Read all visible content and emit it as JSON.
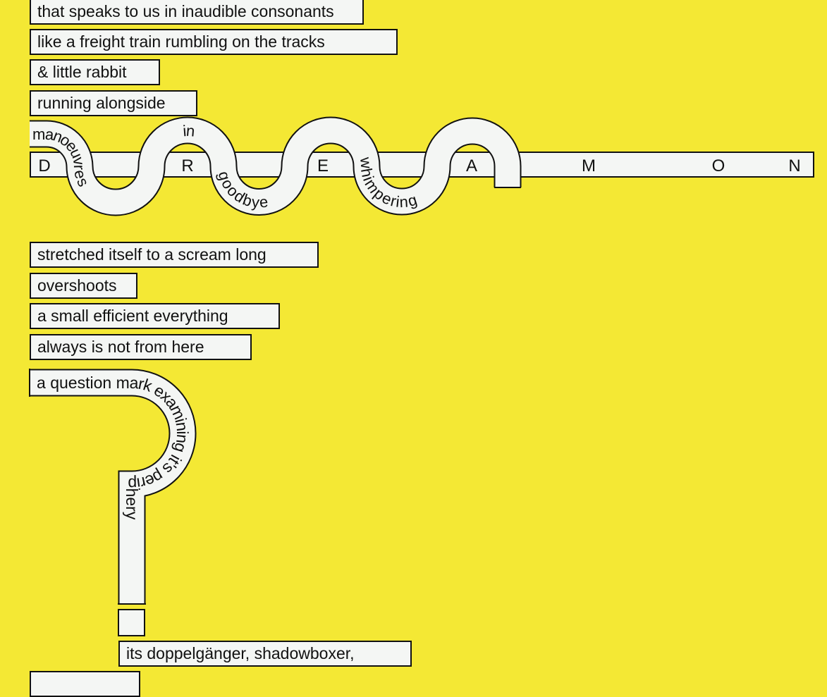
{
  "colors": {
    "background": "#f4e834",
    "box": "#f4f6f4",
    "outline": "#111111"
  },
  "lines_top": [
    "that speaks to us in inaudible consonants",
    "like a freight train rumbling on the tracks",
    "& little rabbit",
    "running alongside"
  ],
  "wave": {
    "words": [
      "manoeuvres",
      "in",
      "goodbye",
      "whimpering"
    ],
    "letters": [
      "D",
      "R",
      "E",
      "A",
      "M",
      "O",
      "N"
    ]
  },
  "lines_middle": [
    "stretched itself to a scream long",
    "overshoots",
    "a small efficient everything",
    "always is not from here"
  ],
  "question_mark": {
    "text": "a question mark examining it's periphery"
  },
  "lines_bottom": [
    "",
    "its doppelgänger, shadowboxer,",
    ""
  ]
}
